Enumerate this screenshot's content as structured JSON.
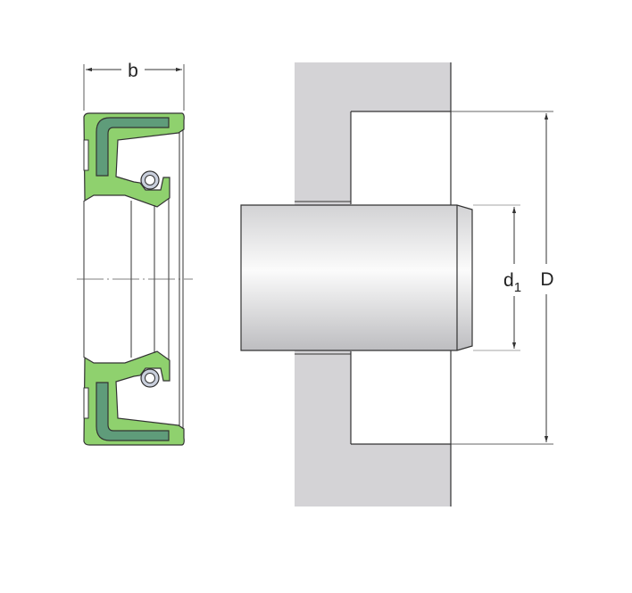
{
  "dimensions": {
    "width_label": "b",
    "shaft_diameter_label": "d",
    "shaft_diameter_subscript": "1",
    "bore_diameter_label": "D"
  },
  "colors": {
    "seal_rubber": "#8fd16e",
    "seal_insert": "#5f9c7a",
    "housing": "#d4d3d6",
    "spring": "#c9cfdc",
    "outline": "#333333"
  }
}
